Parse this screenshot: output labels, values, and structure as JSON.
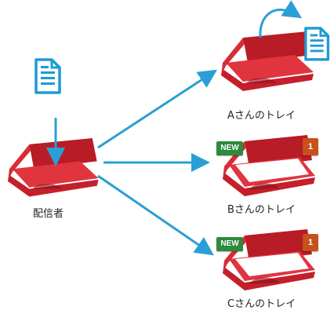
{
  "sender": {
    "label": "配信者"
  },
  "trays": [
    {
      "label": "Aさんのトレイ",
      "has_document": true,
      "new_badge": "",
      "count_badge": ""
    },
    {
      "label": "Bさんのトレイ",
      "has_document": false,
      "new_badge": "NEW",
      "count_badge": "1"
    },
    {
      "label": "Cさんのトレイ",
      "has_document": false,
      "new_badge": "NEW",
      "count_badge": "1"
    }
  ],
  "colors": {
    "arrow": "#2a9fd6",
    "tray": "#d52b36",
    "tray_dark": "#a5161f",
    "doc": "#1e9ad6",
    "new_badge": "#2d8a3e",
    "count_badge": "#c6511b"
  },
  "icons": {
    "tray": "document-tray-icon",
    "document": "document-icon",
    "arrow": "distribution-arrow"
  }
}
